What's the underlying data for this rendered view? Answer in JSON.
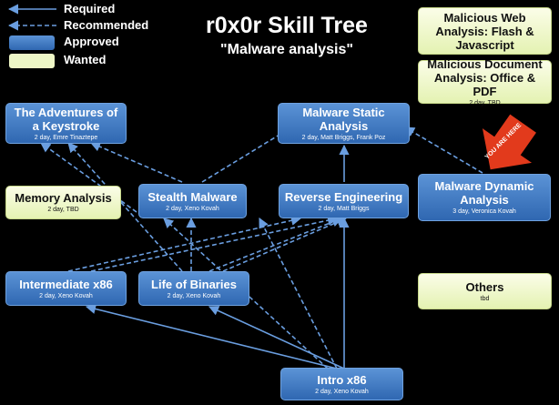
{
  "diagram": {
    "title": "r0x0r Skill Tree",
    "subtitle": "\"Malware analysis\""
  },
  "legend": {
    "required": "Required",
    "recommended": "Recommended",
    "approved": "Approved",
    "wanted": "Wanted"
  },
  "colors": {
    "approved": "#3b76c4",
    "wanted": "#eef7c6",
    "line": "#6a9ee0",
    "arrow": "#e23a1c"
  },
  "nodes": {
    "adventures": {
      "title": "The Adventures of a Keystroke",
      "sub": "2 day, Emre Tinaztepe"
    },
    "static": {
      "title": "Malware Static Analysis",
      "sub": "2 day, Matt Briggs, Frank Poz"
    },
    "memory": {
      "title": "Memory Analysis",
      "sub": "2 day, TBD"
    },
    "stealth": {
      "title": "Stealth Malware",
      "sub": "2 day, Xeno Kovah"
    },
    "reverse": {
      "title": "Reverse Engineering",
      "sub": "2 day, Matt Briggs"
    },
    "dynamic": {
      "title": "Malware Dynamic Analysis",
      "sub": "3 day, Veronica Kovah"
    },
    "intermediate": {
      "title": "Intermediate x86",
      "sub": "2 day, Xeno Kovah"
    },
    "binaries": {
      "title": "Life of Binaries",
      "sub": "2 day, Xeno Kovah"
    },
    "intro": {
      "title": "Intro x86",
      "sub": "2 day, Xeno Kovah"
    },
    "web": {
      "title": "Malicious Web Analysis: Flash & Javascript",
      "sub": ""
    },
    "document": {
      "title": "Malicious Document Analysis: Office & PDF",
      "sub": "2 day, TBD"
    },
    "others": {
      "title": "Others",
      "sub": "tbd"
    }
  },
  "callout": {
    "text": "YOU ARE HERE"
  }
}
